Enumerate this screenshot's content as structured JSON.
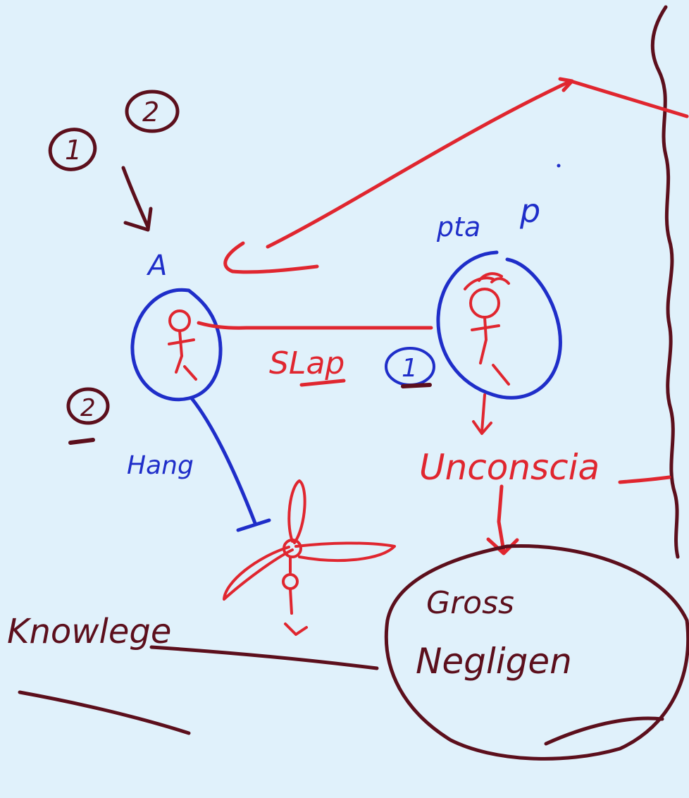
{
  "colors": {
    "background": "#e0f1fb",
    "red": "#e0262f",
    "blue": "#1f2ec9",
    "maroon": "#5c0f1c"
  },
  "labels": {
    "step_one": "1",
    "step_two": "2",
    "person_a": "A",
    "person_p": "p",
    "person_p_prefix": "pta",
    "slap": "SLap",
    "slap_step": "1",
    "hang_step": "2",
    "hang": "Hang",
    "unconscious": "Unconscia",
    "gross": "Gross",
    "negligence": "Negligen",
    "knowledge": "Knowlege"
  }
}
